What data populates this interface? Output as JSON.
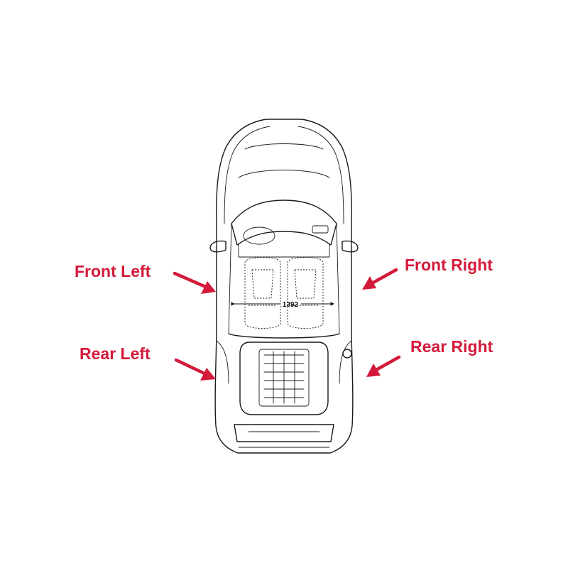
{
  "colors": {
    "accent": "#d31a3a",
    "line": "#1a1a1a",
    "background": "#ffffff"
  },
  "labels": {
    "front_left": "Front Left",
    "front_right": "Front Right",
    "rear_left": "Rear Left",
    "rear_right": "Rear Right"
  },
  "dimension": {
    "track_width": "1392"
  }
}
